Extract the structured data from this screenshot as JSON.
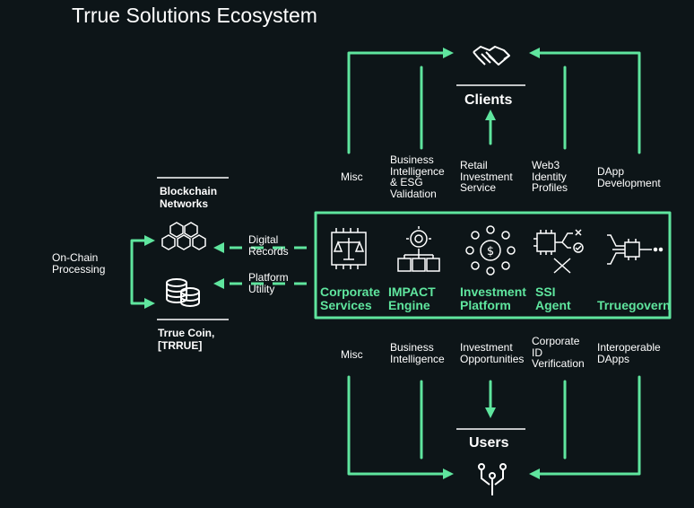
{
  "title": "Trrue Solutions Ecosystem",
  "colors": {
    "accent": "#5fe59e",
    "background": "#0d1518",
    "text": "#ffffff"
  },
  "clients": {
    "label": "Clients",
    "icon": "handshake-icon"
  },
  "users": {
    "label": "Users",
    "icon": "network-nodes-icon"
  },
  "blockchain": {
    "label_line1": "Blockchain",
    "label_line2": "Networks",
    "icon": "blocks-icon"
  },
  "coin": {
    "label_line1": "Trrue Coin,",
    "label_line2": "[TRRUE]",
    "icon": "coin-stack-icon"
  },
  "onchain": {
    "line1": "On-Chain",
    "line2": "Processing"
  },
  "digital_records": {
    "line1": "Digital",
    "line2": "Records"
  },
  "platform_utility": {
    "line1": "Platform",
    "line2": "Utility"
  },
  "modules": [
    {
      "line1": "Corporate",
      "line2": "Services",
      "icon": "scales-chip-icon"
    },
    {
      "line1": "IMPACT",
      "line2": "Engine",
      "icon": "gear-server-icon"
    },
    {
      "line1": "Investment",
      "line2": "Platform",
      "icon": "coin-network-icon"
    },
    {
      "line1": "SSI",
      "line2": "Agent",
      "icon": "chip-check-icon"
    },
    {
      "line1": "Trruegovern",
      "line2": "",
      "icon": "chip-circuit-icon"
    }
  ],
  "top_labels": [
    {
      "lines": [
        "Misc"
      ]
    },
    {
      "lines": [
        "Business",
        "Intelligence",
        "& ESG",
        "Validation"
      ]
    },
    {
      "lines": [
        "Retail",
        "Investment",
        "Service"
      ]
    },
    {
      "lines": [
        "Web3",
        "Identity",
        "Profiles"
      ]
    },
    {
      "lines": [
        "DApp",
        "Development"
      ]
    }
  ],
  "bottom_labels": [
    {
      "lines": [
        "Misc"
      ]
    },
    {
      "lines": [
        "Business",
        "Intelligence"
      ]
    },
    {
      "lines": [
        "Investment",
        "Opportunities"
      ]
    },
    {
      "lines": [
        "Corporate",
        "ID",
        "Verification"
      ]
    },
    {
      "lines": [
        "Interoperable",
        "DApps"
      ]
    }
  ]
}
